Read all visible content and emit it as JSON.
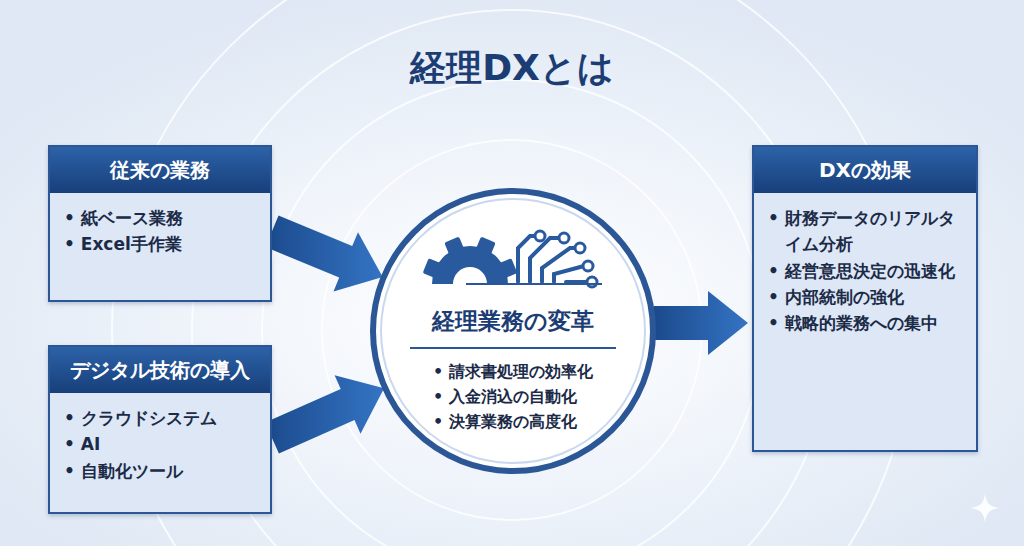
{
  "diagram": {
    "title": "経理DXとは",
    "nodes": [
      {
        "text": [
          "従来の業務",
          "• 紙ベース業務",
          "• Excel手作業"
        ]
      },
      {
        "text": [
          "デジタル技術の導入",
          "• クラウドシステム",
          "• AI",
          "• 自動化ツール"
        ]
      },
      {
        "text": [
          "経理業務の変革",
          "• 請求書処理の効率化",
          "• 入金消込の自動化",
          "• 決算業務の高度化"
        ]
      },
      {
        "text": [
          "DXの効果",
          "• 財務データのリアルタイム分析",
          "• 経営意思決定の迅速化",
          "• 内部統制の強化",
          "• 戦略的業務への集中"
        ]
      }
    ],
    "edges": [
      {
        "from": 0,
        "to": 2,
        "arrow": "to"
      },
      {
        "from": 1,
        "to": 2,
        "arrow": "to"
      },
      {
        "from": 2,
        "to": 3,
        "arrow": "to"
      }
    ]
  }
}
